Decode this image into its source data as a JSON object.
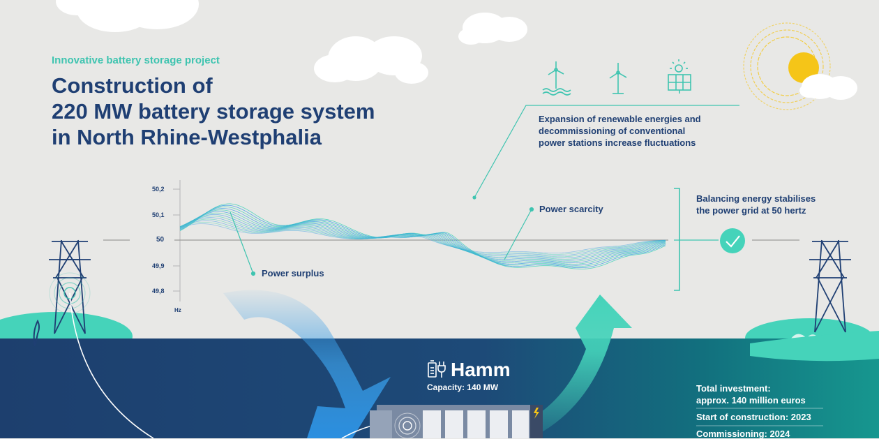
{
  "header": {
    "kicker": "Innovative battery storage project",
    "title_lines": [
      "Construction of",
      "220 MW battery storage system",
      "in North Rhine-Westphalia"
    ]
  },
  "annotations": {
    "expansion": [
      "Expansion of renewable energies and",
      "decommissioning of conventional",
      "power stations increase fluctuations"
    ],
    "balancing": [
      "Balancing energy stabilises",
      "the power grid at 50 hertz"
    ],
    "power_scarcity": "Power scarcity",
    "power_surplus": "Power surplus"
  },
  "frequency_axis": {
    "ticks": [
      "50,2",
      "50,1",
      "50",
      "49,9",
      "49,8"
    ],
    "unit": "Hz"
  },
  "site": {
    "name": "Hamm",
    "capacity": "Capacity: 140 MW"
  },
  "facts": [
    [
      "Total investment:",
      "approx. 140 million euros"
    ],
    [
      "Start of construction: 2023"
    ],
    [
      "Commissioning: 2024"
    ]
  ],
  "icons": [
    "offshore-wind-turbine-icon",
    "wind-turbine-icon",
    "solar-panel-icon",
    "battery-plug-icon",
    "checkmark-icon",
    "power-pylon-icon"
  ],
  "colors": {
    "navy": "#1f3f73",
    "teal": "#3fc4b0",
    "sea": "#1d3f6e",
    "mint": "#45d3ba",
    "sky_blue": "#3b9ee6",
    "sun": "#f5c518",
    "background": "#e8e8e6"
  }
}
